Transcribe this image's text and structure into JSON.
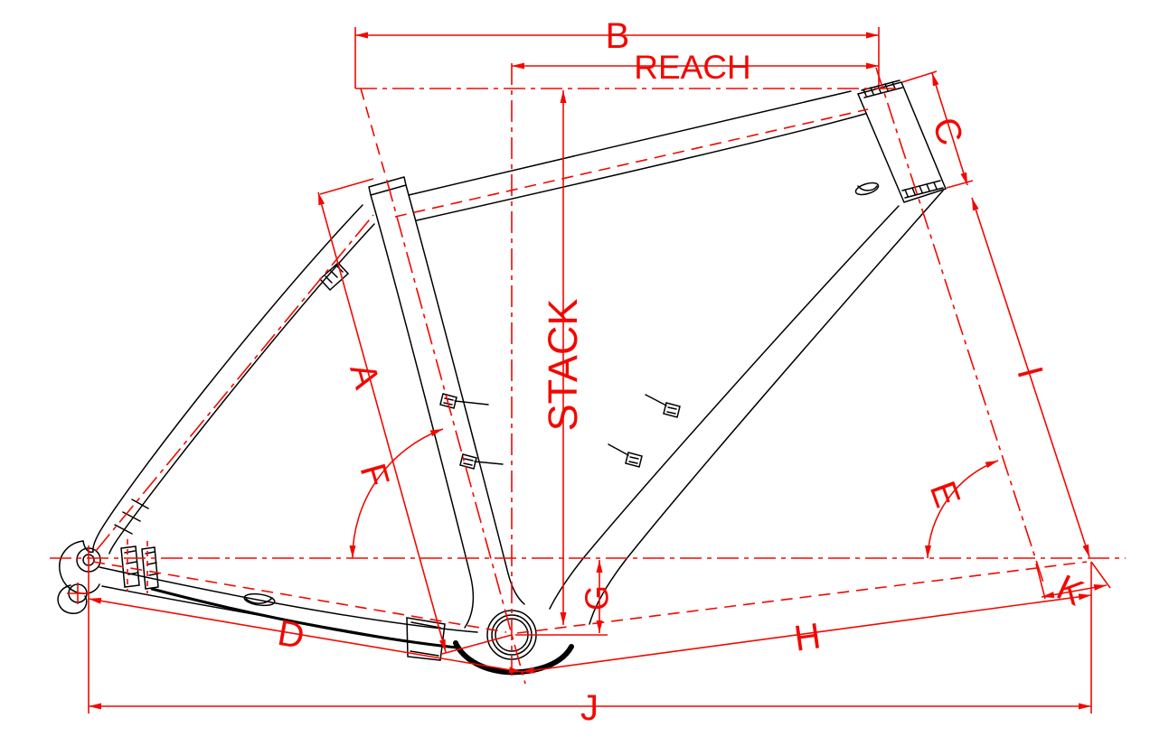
{
  "figure": {
    "type": "technical-drawing",
    "subject": "bicycle frame geometry dimension diagram"
  },
  "colors": {
    "dimension_red": "#f20800",
    "frame_black": "#000000",
    "background": "#ffffff"
  },
  "labels": [
    {
      "text": "B"
    },
    {
      "text": "REACH"
    },
    {
      "text": "STACK"
    },
    {
      "text": "A"
    },
    {
      "text": "C"
    },
    {
      "text": "D"
    },
    {
      "text": "E"
    },
    {
      "text": "F"
    },
    {
      "text": "G"
    },
    {
      "text": "H"
    },
    {
      "text": "I"
    },
    {
      "text": "J"
    },
    {
      "text": "K"
    }
  ]
}
